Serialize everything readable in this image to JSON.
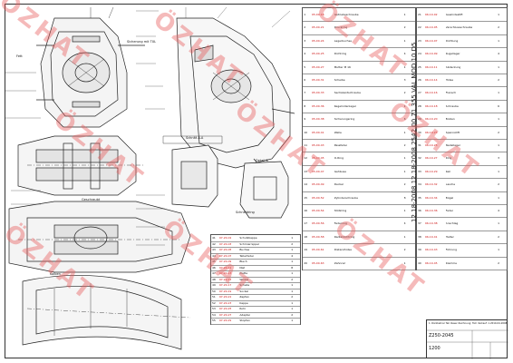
{
  "watermark": {
    "text": "ÖZHAT",
    "color": "#e65a5a"
  },
  "side_text": "12.18-2008 12.18-2008 2542 00 71 355 VAL MOD 10 D5",
  "titleblock": {
    "line1": "1. Rückkehrer Teil dieser Zeichnung: Tom Verkauf: 1.2010-04-2008",
    "line2": "Z250-2045",
    "line3": "1200"
  },
  "drawing_notes": [
    "Sicherung mit TXL",
    "Schnitt A-A",
    "Detail B",
    "Schneidring",
    "Fett",
    "Geschraubt",
    "Kolben"
  ],
  "parts_table_main": {
    "rows": [
      [
        "1",
        "95-00-18",
        "Getriebeschraube",
        "1"
      ],
      [
        "2",
        "95-00-21",
        "Druckring",
        "2"
      ],
      [
        "3",
        "95-00-24",
        "Lagerbuchse",
        "1"
      ],
      [
        "4",
        "95-00-25",
        "Dichtring",
        "4"
      ],
      [
        "5",
        "95-00-27",
        "Mutter M 16",
        "1"
      ],
      [
        "6",
        "95-00-31",
        "Scheibe",
        "3"
      ],
      [
        "7",
        "95-00-33",
        "Sechskantschraube",
        "2"
      ],
      [
        "8",
        "95-00-36",
        "Kegelrollenlager",
        "1"
      ],
      [
        "9",
        "95-00-38",
        "Sicherungsring",
        "6"
      ],
      [
        "10",
        "95-00-41",
        "Welle",
        "1"
      ],
      [
        "11",
        "95-00-43",
        "Passfeder",
        "2"
      ],
      [
        "12",
        "95-00-45",
        "O-Ring",
        "1"
      ],
      [
        "13",
        "95-00-47",
        "Gehäuse",
        "1"
      ],
      [
        "14",
        "95-00-49",
        "Deckel",
        "2"
      ],
      [
        "15",
        "95-00-52",
        "Zylinderschraube",
        "8"
      ],
      [
        "16",
        "95-00-54",
        "Stützring",
        "1"
      ],
      [
        "17",
        "95-00-56",
        "Federring",
        "4"
      ],
      [
        "18",
        "95-00-58",
        "Radialdichtring",
        "1"
      ],
      [
        "19",
        "95-00-61",
        "Distanzhülse",
        "2"
      ],
      [
        "20",
        "95-00-63",
        "Zahnrad",
        "1"
      ]
    ]
  },
  "parts_table_right": {
    "rows": [
      [
        "21",
        "96-10-02",
        "Gewindestift",
        "1"
      ],
      [
        "22",
        "96-10-05",
        "Verschlussschraube",
        "2"
      ],
      [
        "23",
        "96-10-07",
        "Dichtung",
        "1"
      ],
      [
        "24",
        "96-10-09",
        "Kugellager",
        "4"
      ],
      [
        "25",
        "96-10-11",
        "Abdeckung",
        "1"
      ],
      [
        "26",
        "96-10-14",
        "Hülse",
        "2"
      ],
      [
        "27",
        "96-10-16",
        "Flansch",
        "1"
      ],
      [
        "28",
        "96-10-18",
        "Schraube",
        "6"
      ],
      [
        "29",
        "96-10-20",
        "Bolzen",
        "1"
      ],
      [
        "30",
        "96-10-23",
        "Spannstift",
        "2"
      ],
      [
        "31",
        "96-10-25",
        "Nadellager",
        "1"
      ],
      [
        "32",
        "96-10-27",
        "Ring",
        "3"
      ],
      [
        "33",
        "96-10-29",
        "Keil",
        "1"
      ],
      [
        "34",
        "96-10-32",
        "Lasche",
        "2"
      ],
      [
        "35",
        "96-10-34",
        "Bügel",
        "1"
      ],
      [
        "36",
        "96-10-36",
        "Feder",
        "4"
      ],
      [
        "37",
        "96-10-38",
        "Anschlag",
        "1"
      ],
      [
        "38",
        "96-10-41",
        "Halter",
        "2"
      ],
      [
        "39",
        "96-10-43",
        "Führung",
        "1"
      ],
      [
        "40",
        "96-10-45",
        "Klemme",
        "2"
      ]
    ]
  },
  "parts_table_small": {
    "rows": [
      [
        "41",
        "97-20-01",
        "Schutzkappe",
        "1"
      ],
      [
        "42",
        "97-20-03",
        "Schmiernippel",
        "2"
      ],
      [
        "43",
        "97-20-05",
        "Buchse",
        "1"
      ],
      [
        "44",
        "97-20-07",
        "Tellerfeder",
        "4"
      ],
      [
        "45",
        "97-20-09",
        "Blech",
        "1"
      ],
      [
        "46",
        "97-20-11",
        "Niet",
        "8"
      ],
      [
        "47",
        "97-20-13",
        "Platte",
        "1"
      ],
      [
        "48",
        "97-20-15",
        "Winkel",
        "2"
      ],
      [
        "49",
        "97-20-17",
        "Schelle",
        "1"
      ],
      [
        "50",
        "97-20-19",
        "Sockel",
        "1"
      ],
      [
        "51",
        "97-20-21",
        "Zapfen",
        "2"
      ],
      [
        "52",
        "97-20-23",
        "Kappe",
        "1"
      ],
      [
        "53",
        "97-20-25",
        "Rohr",
        "1"
      ],
      [
        "54",
        "97-20-27",
        "Adapter",
        "2"
      ],
      [
        "55",
        "97-20-29",
        "Stopfen",
        "1"
      ]
    ]
  }
}
